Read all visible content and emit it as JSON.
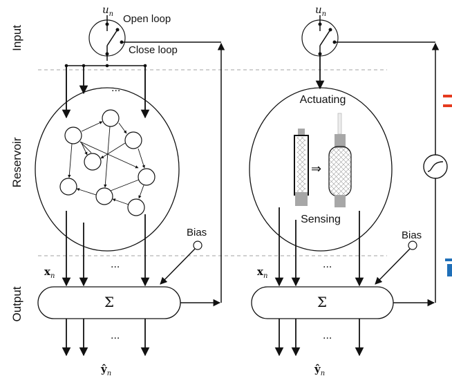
{
  "rows": {
    "input": "Input",
    "reservoir": "Reservoir",
    "output": "Output"
  },
  "symbols": {
    "u_n": "u",
    "u_sub": "n",
    "x_n": "x",
    "x_sub": "n",
    "y_hat": "ŷ",
    "y_sub": "n",
    "sum": "Σ",
    "dots": "..."
  },
  "left": {
    "open_loop": "Open loop",
    "close_loop": "Close loop",
    "bias": "Bias"
  },
  "right": {
    "actuating": "Actuating",
    "sensing": "Sensing",
    "bias": "Bias"
  },
  "colors": {
    "line": "#111111",
    "dashed": "#a0a0a0",
    "red_accent": "#e53a1e",
    "blue_accent": "#1f6fb8",
    "grip": "#a7a7a7"
  }
}
